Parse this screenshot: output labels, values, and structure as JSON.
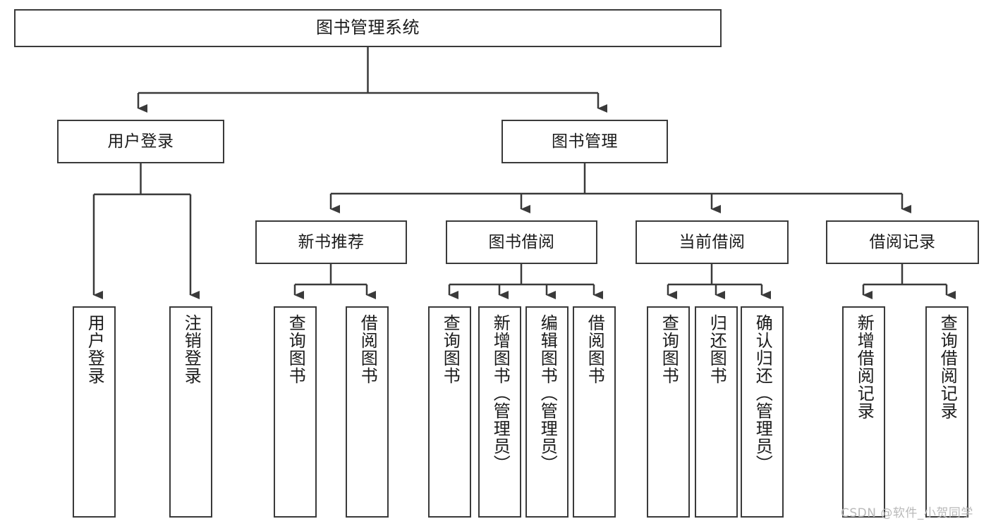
{
  "diagram": {
    "type": "hierarchy-tree",
    "title": "图书管理系统",
    "root": {
      "id": "root",
      "label": "图书管理系统"
    },
    "level2": [
      {
        "id": "user-login",
        "label": "用户登录"
      },
      {
        "id": "book-manage",
        "label": "图书管理"
      }
    ],
    "level3": [
      {
        "id": "new-book-rec",
        "label": "新书推荐",
        "parent": "book-manage"
      },
      {
        "id": "book-borrow",
        "label": "图书借阅",
        "parent": "book-manage"
      },
      {
        "id": "current-borrow",
        "label": "当前借阅",
        "parent": "book-manage"
      },
      {
        "id": "borrow-record",
        "label": "借阅记录",
        "parent": "book-manage"
      }
    ],
    "leaves": {
      "user_login": [
        {
          "id": "leaf-user-login",
          "label": "用户登录"
        },
        {
          "id": "leaf-logout",
          "label": "注销登录"
        }
      ],
      "new_book_rec": [
        {
          "id": "leaf-query-book-1",
          "label": "查询图书"
        },
        {
          "id": "leaf-borrow-book-1",
          "label": "借阅图书"
        }
      ],
      "book_borrow": [
        {
          "id": "leaf-query-book-2",
          "label": "查询图书"
        },
        {
          "id": "leaf-add-book",
          "label": "新增图书（管理员）"
        },
        {
          "id": "leaf-edit-book",
          "label": "编辑图书（管理员）"
        },
        {
          "id": "leaf-borrow-book-2",
          "label": "借阅图书"
        }
      ],
      "current_borrow": [
        {
          "id": "leaf-query-book-3",
          "label": "查询图书"
        },
        {
          "id": "leaf-return-book",
          "label": "归还图书"
        },
        {
          "id": "leaf-confirm-return",
          "label": "确认归还（管理员）"
        }
      ],
      "borrow_record": [
        {
          "id": "leaf-add-record",
          "label": "新增借阅记录"
        },
        {
          "id": "leaf-query-record",
          "label": "查询借阅记录"
        }
      ]
    },
    "colors": {
      "stroke": "#3a3a3a",
      "fill": "#ffffff",
      "text": "#1b1b1b",
      "watermark": "#b9b9b9"
    }
  },
  "watermark": {
    "text": "CSDN @软件_小贺同学"
  }
}
